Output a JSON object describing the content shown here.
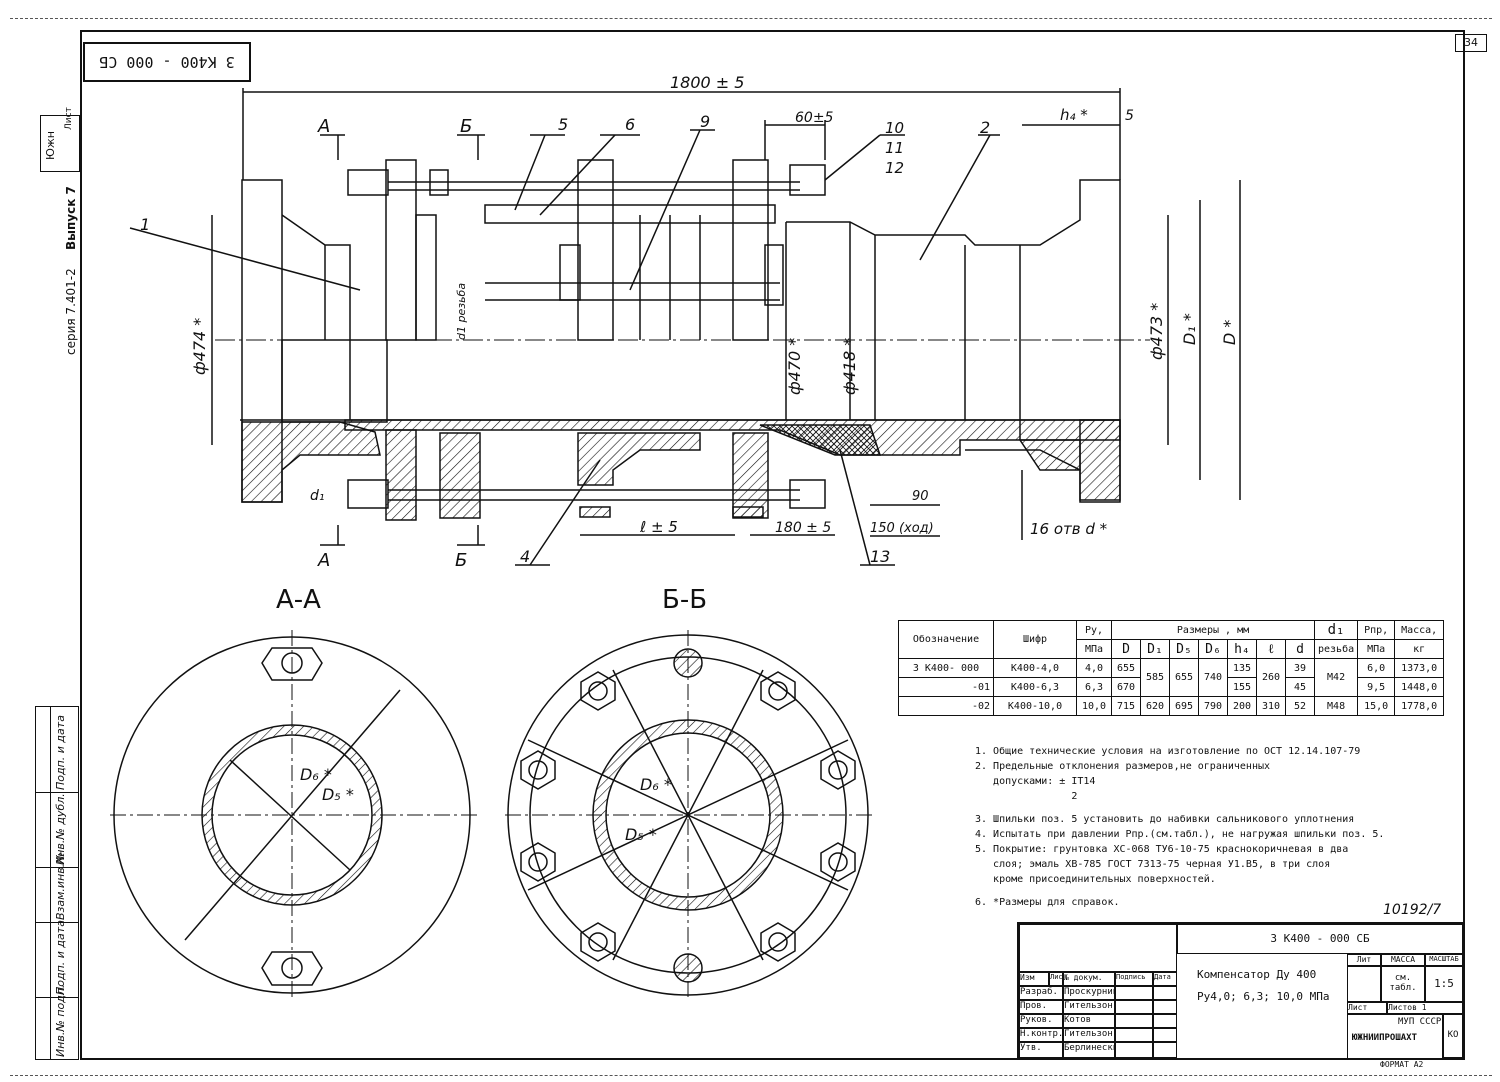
{
  "sheet": {
    "page_number": "34",
    "stamp": "3 К400 - 000 СБ",
    "series": "серия 7.401-2",
    "issue": "Выпуск 7",
    "corner_mark": "Южн",
    "corner_mark2": "Лист"
  },
  "side_stamps": [
    "Инв.№ подл.",
    "Подп. и дата",
    "Взам.инв.№",
    "Инв.№ дубл.",
    "Подп. и дата"
  ],
  "drawing": {
    "dims": {
      "overall": "1800 ± 5",
      "d60": "60±5",
      "h4": "h₄ *",
      "five": "5",
      "phi474": "ф474 *",
      "phi470": "ф470 *",
      "phi418": "ф418 *",
      "phi473": "ф473 *",
      "D1": "D₁ *",
      "D": "D *",
      "d1": "d₁",
      "thread": "d1 резьба",
      "l5": "ℓ ± 5",
      "d180": "180 ± 5",
      "d150": "150 (ход)",
      "d90": "90",
      "holes": "16 отв d *"
    },
    "section_marks": [
      "А",
      "Б"
    ],
    "positions": [
      "1",
      "2",
      "4",
      "5",
      "6",
      "9",
      "10",
      "11",
      "12",
      "13"
    ]
  },
  "sections": {
    "aa_title": "А-А",
    "bb_title": "Б-Б",
    "d6": "D₆ *",
    "d5": "D₅ *"
  },
  "spec_table": {
    "headers": {
      "designation": "Обозначение",
      "code": "Шифр",
      "py": "Ру,",
      "py_unit": "МПа",
      "sizes": "Размеры , мм",
      "d1": "d₁",
      "d1_sub": "резьба",
      "ppr": "Рпр,",
      "ppr_unit": "МПа",
      "mass": "Масса,",
      "mass_unit": "кг",
      "cols": [
        "D",
        "D₁",
        "D₅",
        "D₆",
        "h₄",
        "ℓ",
        "d"
      ]
    },
    "rows": [
      {
        "designation": "3 К400- 000",
        "code": "К400-4,0",
        "py": "4,0",
        "D": "655",
        "h4": "135",
        "d": "39",
        "ppr": "6,0",
        "mass": "1373,0"
      },
      {
        "designation": "-01",
        "code": "К400-6,3",
        "py": "6,3",
        "D": "670",
        "h4": "155",
        "d": "45",
        "ppr": "9,5",
        "mass": "1448,0"
      },
      {
        "designation": "-02",
        "code": "К400-10,0",
        "py": "10,0",
        "D": "715",
        "D1": "620",
        "D5": "695",
        "D6": "790",
        "h4": "200",
        "l": "310",
        "d": "52",
        "d1": "М48",
        "ppr": "15,0",
        "mass": "1778,0"
      }
    ],
    "merged": {
      "D1": "585",
      "D5": "655",
      "D6": "740",
      "l": "260",
      "d1": "М42"
    }
  },
  "notes": [
    "1. Общие технические условия на изготовление по ОСТ 12.14.107-79",
    "2. Предельные отклонения размеров,не ограниченных",
    "   допусками: ± IT14",
    "                2",
    "3. Шпильки поз. 5 установить до набивки сальникового уплотнения",
    "4. Испытать при давлении Рпр.(см.табл.), не нагружая шпильки поз. 5.",
    "5. Покрытие: грунтовка ХС-068 ТУ6-10-75 краснокоричневая в два",
    "   слоя; эмаль ХВ-785 ГОСТ 7313-75 черная У1.В5, в три слоя",
    "   кроме присоединительных поверхностей.",
    "6. *Размеры для справок."
  ],
  "signature": "10192/7",
  "title_block": {
    "doc_number": "3 К400 - 000 СБ",
    "name": "Компенсатор  Ду 400",
    "name2": "Ру4,0; 6,3; 10,0 МПа",
    "lit": "Лит",
    "mass": "МАССА",
    "scale": "МАСШТАБ",
    "mass_val": "см. табл.",
    "scale_val": "1:5",
    "sheet": "Лист",
    "sheets": "Листов 1",
    "org1": "МУП СССР",
    "org2": "ЮЖНИИПРОШАХТ",
    "format": "ФОРМАТ А2",
    "ko": "КО",
    "roles": [
      {
        "role": "Изм",
        "sub": "Лист",
        "name": "№ докум.",
        "sign": "Подпись",
        "date": "Дата"
      },
      {
        "role": "Разраб.",
        "name": "Проскурнин"
      },
      {
        "role": "Пров.",
        "name": "Гительзон"
      },
      {
        "role": "Руков.",
        "name": "Котов"
      },
      {
        "role": "Н.контр.",
        "name": "Гительзон"
      },
      {
        "role": "Утв.",
        "name": "Берлинеский"
      }
    ]
  }
}
